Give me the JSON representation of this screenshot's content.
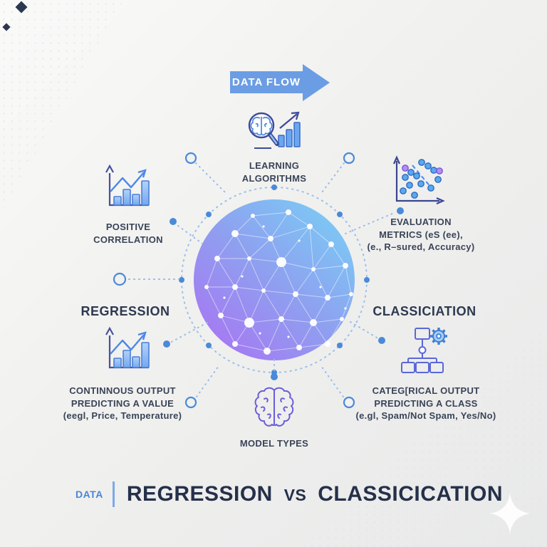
{
  "colors": {
    "background": "#f1f1ef",
    "banner_blue": "#6b9de4",
    "dark_navy": "#2c3850",
    "label_text": "#3a4458",
    "connector_blue": "#8ab2e8",
    "node_dot_blue": "#4a8ad8",
    "sphere_blue": "#7cc8f4",
    "sphere_purple": "#a678f2"
  },
  "banner": {
    "label": "DATA FLOW"
  },
  "callouts": {
    "learning_algorithms": {
      "lines": [
        "LEARNING",
        "ALGORITHMS"
      ]
    },
    "positive_correlation": {
      "lines": [
        "POSITIVE",
        "CORRELATION"
      ]
    },
    "evaluation_metrics": {
      "lines": [
        "EVALUATION",
        "METRICS (eS (ee),",
        "(e., R–sured, Accuracy)"
      ]
    },
    "model_types": {
      "lines": [
        "MODEL TYPES"
      ]
    }
  },
  "sections": {
    "regression": {
      "heading": "REGRESSION",
      "lines": [
        "CONTINNOUS OUTPUT",
        "PREDICTING A VALUE",
        "(eegl, Price, Temperature)"
      ]
    },
    "classification": {
      "heading": "CLASSICIATION",
      "lines": [
        "CATEG[RICAL OUTPUT",
        "PREDICTING A CLASS",
        "(e.gl, Spam/Not Spam, Yes/No)"
      ]
    }
  },
  "footer": {
    "tag": "DATA",
    "title_left": "REGRESSION",
    "title_vs": "VS",
    "title_right": "CLASSICICATION"
  },
  "icons": {
    "learning_algorithms": "brain-magnifier-bar-chart-icon",
    "positive_correlation": "rising-bar-chart-icon",
    "evaluation_metrics": "scatter-plot-icon",
    "regression": "rising-bar-chart-icon",
    "classification": "flowchart-gear-icon",
    "model_types": "brain-icon",
    "center": "network-sphere-graphic",
    "corner_top_left": "diamond-decoration",
    "corner_bottom_right": "four-point-star-sparkle"
  }
}
